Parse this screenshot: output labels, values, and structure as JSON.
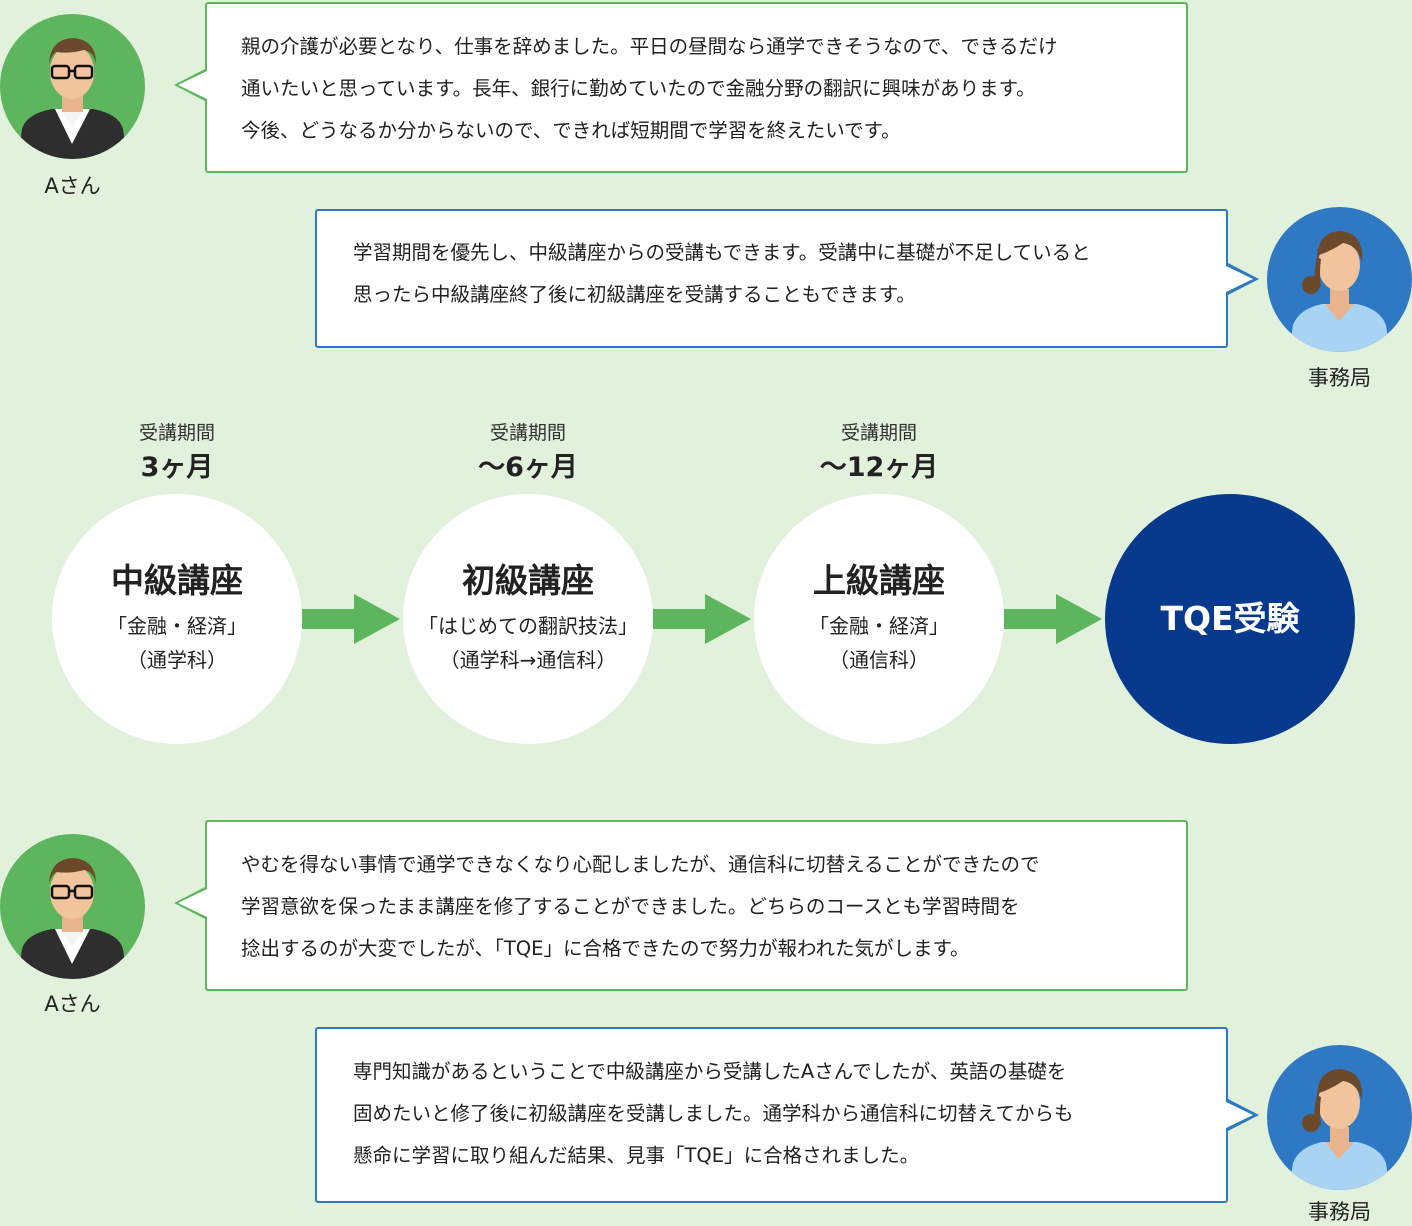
{
  "colors": {
    "background": "#e2f1dc",
    "green": "#5db55e",
    "blue": "#2f79c4",
    "navy": "#073a8c",
    "arrow": "#5db55e"
  },
  "conversation_1": {
    "student_name": "Aさん",
    "student_lines": [
      "親の介護が必要となり、仕事を辞めました。平日の昼間なら通学できそうなので、できるだけ",
      "通いたいと思っています。長年、銀行に勤めていたので金融分野の翻訳に興味があります。",
      "今後、どうなるか分からないので、できれば短期間で学習を終えたいです。"
    ],
    "staff_name": "事務局",
    "staff_lines": [
      "学習期間を優先し、中級講座からの受講もできます。受講中に基礎が不足していると",
      "思ったら中級講座終了後に初級講座を受講することもできます。"
    ]
  },
  "flow": {
    "steps": [
      {
        "period_label": "受講期間",
        "period": "3ヶ月",
        "title": "中級講座",
        "sub1": "「金融・経済」",
        "sub2": "（通学科）"
      },
      {
        "period_label": "受講期間",
        "period": "～6ヶ月",
        "title": "初級講座",
        "sub1": "「はじめての翻訳技法」",
        "sub2": "（通学科→通信科）"
      },
      {
        "period_label": "受講期間",
        "period": "～12ヶ月",
        "title": "上級講座",
        "sub1": "「金融・経済」",
        "sub2": "（通信科）"
      }
    ],
    "final": "TQE受験"
  },
  "conversation_2": {
    "student_name": "Aさん",
    "student_lines": [
      "やむを得ない事情で通学できなくなり心配しましたが、通信科に切替えることができたので",
      "学習意欲を保ったまま講座を修了することができました。どちらのコースとも学習時間を",
      "捻出するのが大変でしたが、「TQE」に合格できたので努力が報われた気がします。"
    ],
    "staff_name": "事務局",
    "staff_lines": [
      "専門知識があるということで中級講座から受講したAさんでしたが、英語の基礎を",
      "固めたいと修了後に初級講座を受講しました。通学科から通信科に切替えてからも",
      "懸命に学習に取り組んだ結果、見事「TQE」に合格されました。"
    ]
  }
}
